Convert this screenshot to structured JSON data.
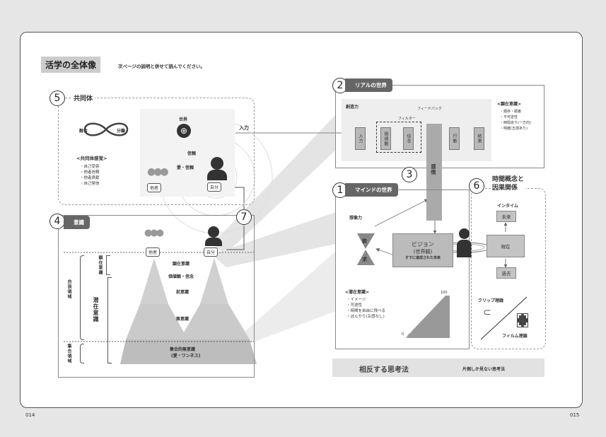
{
  "header": {
    "title": "活学の全体像",
    "subtitle": "次ページの説明と併せて読んでください。"
  },
  "pages": {
    "left": "014",
    "right": "015"
  },
  "arrow_input_label": "入力",
  "community": {
    "num": "5",
    "title": "共同体",
    "loop_left": "融合",
    "loop_right": "分離",
    "feel_title": "<共同体感覚>",
    "feel_items": [
      "・自己受容",
      "・他者信頼",
      "・他者貢献",
      "・自己発信"
    ],
    "world": "世界",
    "trust": "信頼",
    "love_trust": "愛・信頼",
    "others": "他者",
    "self": "自分"
  },
  "real": {
    "num": "2",
    "title": "リアルの世界",
    "creative": "創造力",
    "feedback": "フィードバック",
    "filter": "フィルター",
    "boxes": [
      "入力",
      "価値観",
      "信念",
      "行動",
      "結果"
    ],
    "kenzai_title": "<顕在意識>",
    "kenzai_items": [
      "・順序・順番",
      "・不可逆性",
      "・時間あり(一方向)",
      "・明確(五感あり)"
    ]
  },
  "mind": {
    "num": "1",
    "title": "マインドの世界",
    "imagination": "想像力",
    "desire": [
      "欲",
      "求"
    ],
    "feeling": "感情",
    "vision_title": "ビジョン",
    "vision_sub": "(世界観)",
    "vision_note": "すでに達成された未来",
    "senzai_title": "<潜在意識>",
    "senzai_items": [
      "・イメージ",
      "・可逆性",
      "・時間を自由に飛べる",
      "・ぼんやり(五感なし)"
    ],
    "scale_top": "100",
    "scale_bottom": "0"
  },
  "num3": "3",
  "num7": "7",
  "consciousness": {
    "num": "4",
    "title": "意識",
    "others": "他者",
    "self": "自分",
    "layers": [
      "顕在意識",
      "価値観・信念",
      "前意識",
      "無意識",
      "集合的無意識",
      "(愛・ワンネス)"
    ],
    "side_kenzai": "顕在意識",
    "side_senzai": "潜在意識",
    "side_self": "自我領域",
    "side_collective": "集合領域"
  },
  "time": {
    "num": "6",
    "title1": "時間概念と",
    "title2": "因果関係",
    "intime": "インタイム",
    "future": "未来",
    "present": "現在",
    "past": "過去",
    "clip": "クリップ理論",
    "film": "フィルム理論"
  },
  "bottom": {
    "main": "相反する思考法",
    "sub": "片側しか見ない思考法"
  }
}
